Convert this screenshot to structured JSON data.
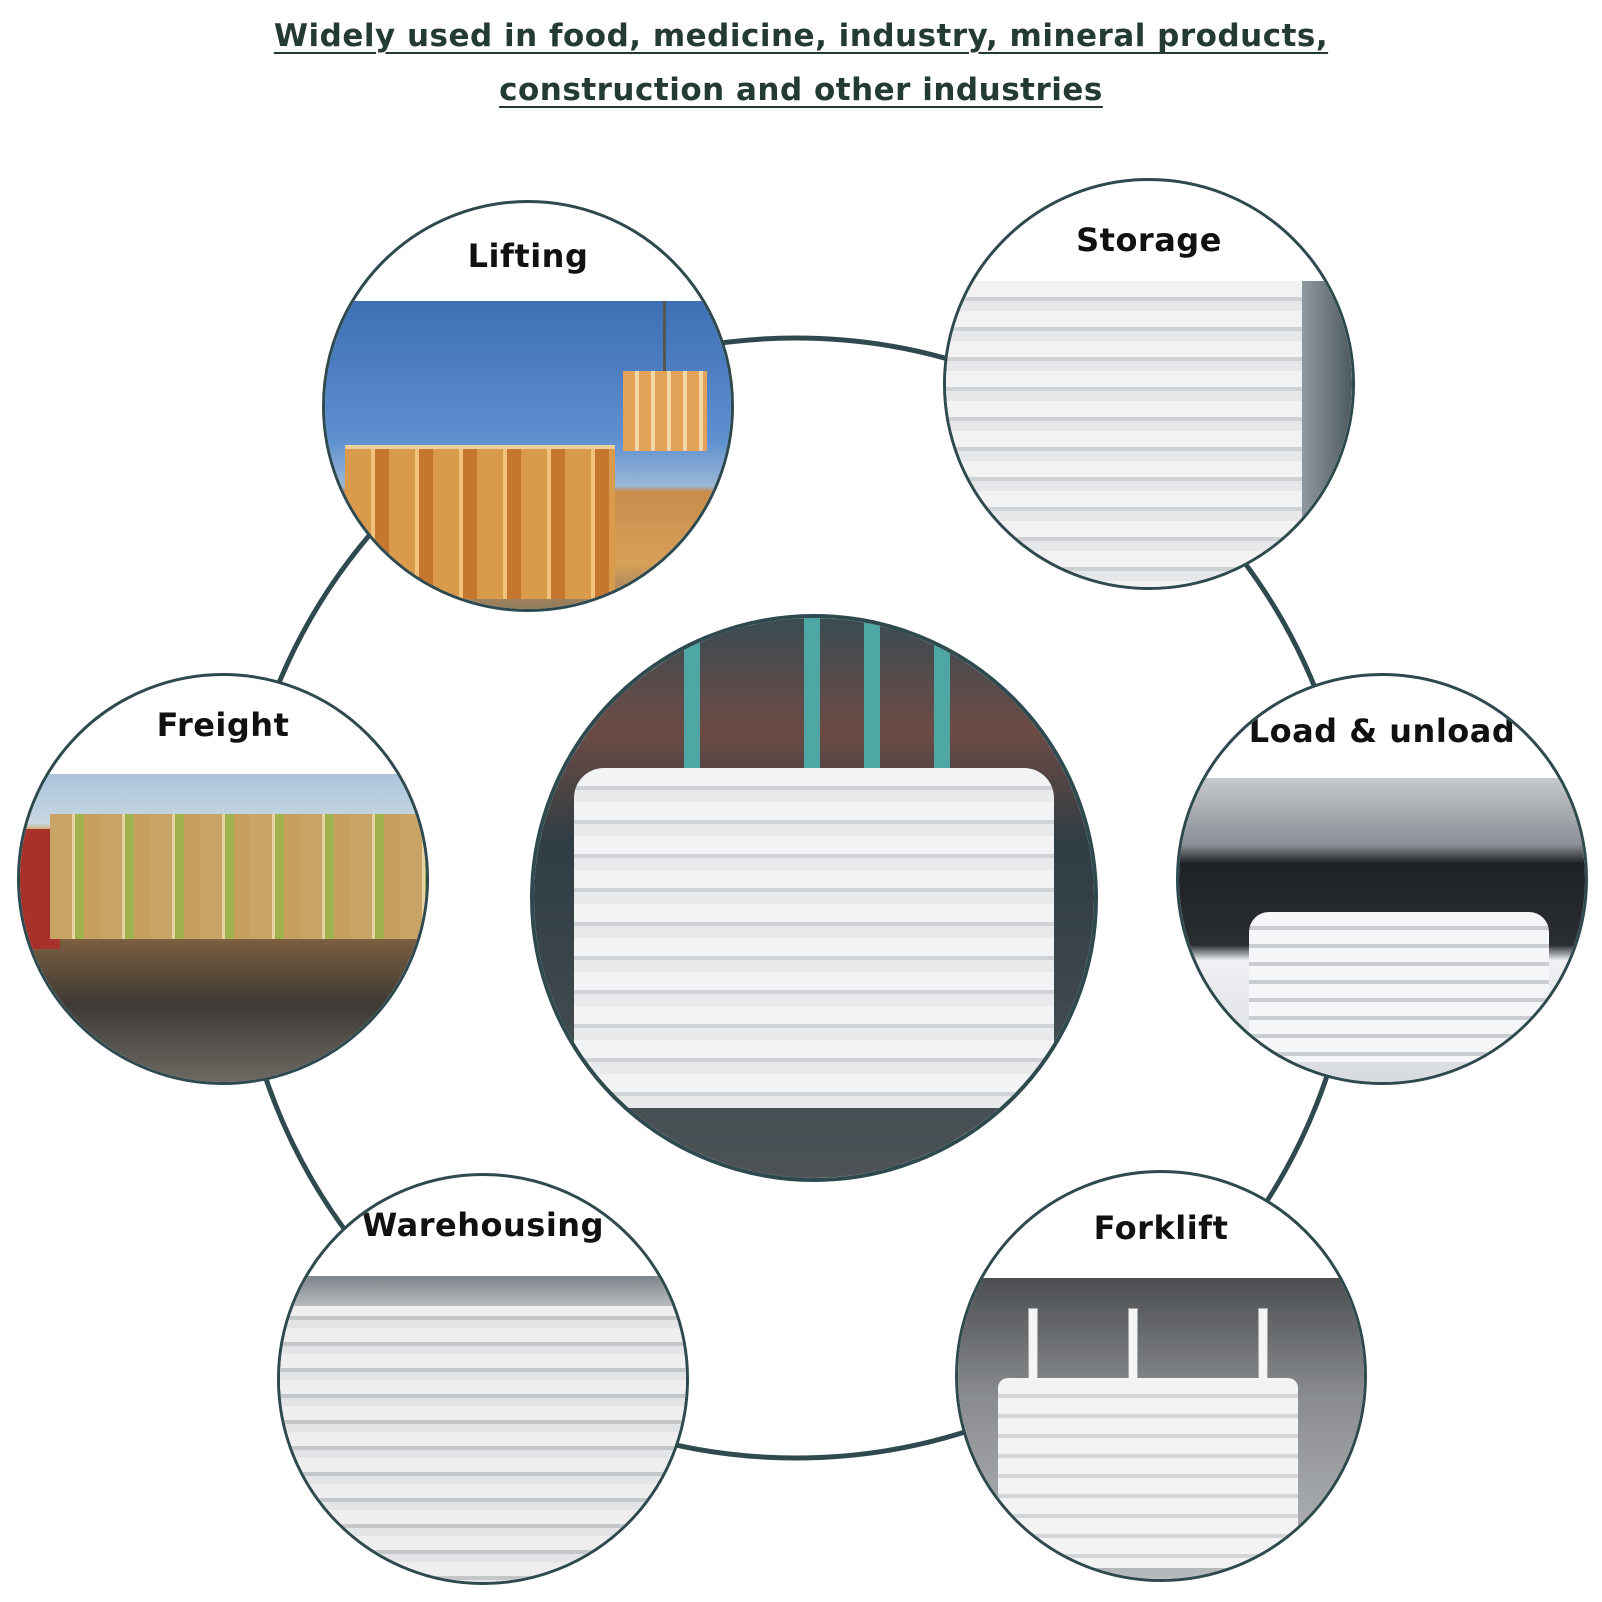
{
  "headline": {
    "line1": "Widely used in food, medicine, industry, mineral products,",
    "line2": "construction and other industries"
  },
  "uses": [
    {
      "label": "Lifting"
    },
    {
      "label": "Storage"
    },
    {
      "label": "Freight"
    },
    {
      "label": "Load & unload"
    },
    {
      "label": "Warehousing"
    },
    {
      "label": "Forklift"
    }
  ],
  "colors": {
    "headline_text": "#243a35",
    "ring_stroke": "#2e4a4f",
    "label_text": "#111111"
  }
}
